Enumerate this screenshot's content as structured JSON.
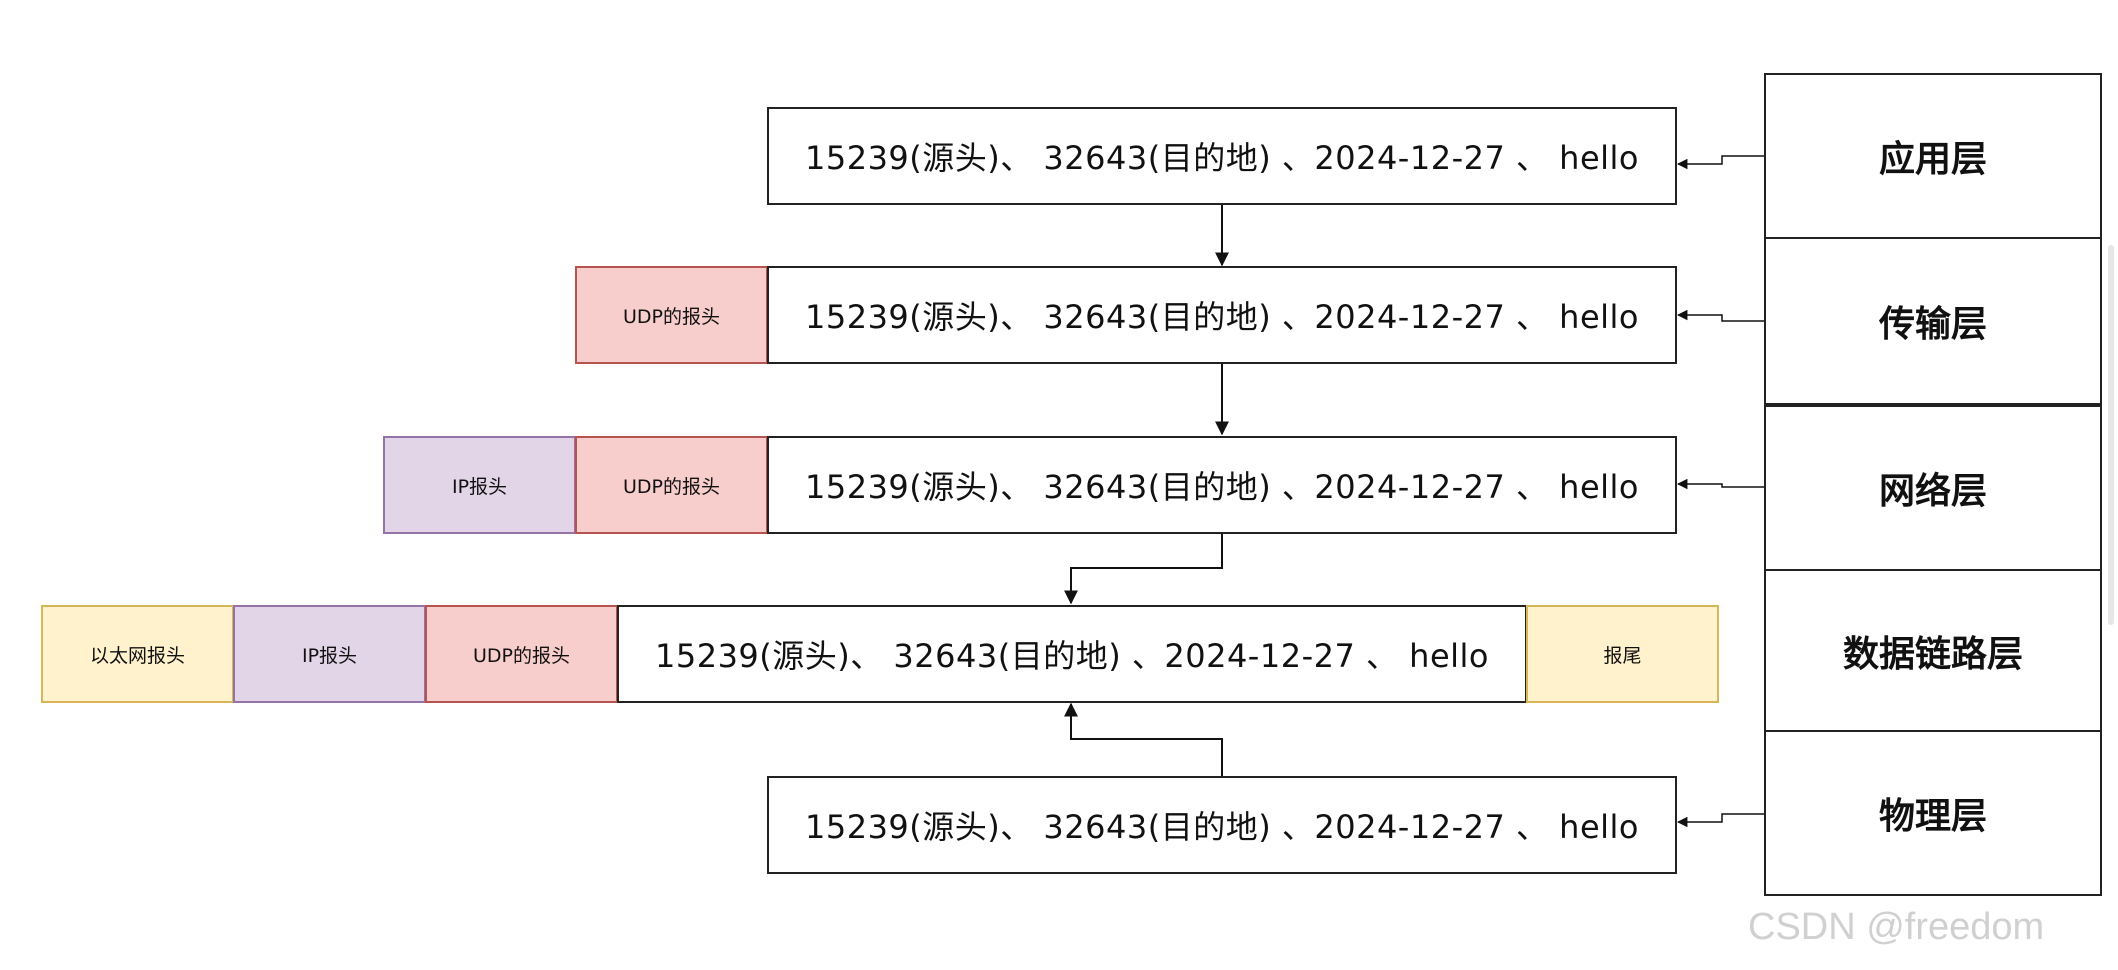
{
  "payload": "15239(源头)、 32643(目的地) 、2024-12-27 、 hello",
  "headers": {
    "udp": "UDP的报头",
    "ip": "IP报头",
    "ethernet": "以太网报头",
    "trailer": "报尾"
  },
  "layers": [
    "应用层",
    "传输层",
    "网络层",
    "数据链路层",
    "物理层"
  ],
  "watermark": "CSDN @freedom",
  "colors": {
    "udp_fill": "#f8cecc",
    "ip_fill": "#e1d5e7",
    "ethernet_fill": "#fff2cc"
  }
}
